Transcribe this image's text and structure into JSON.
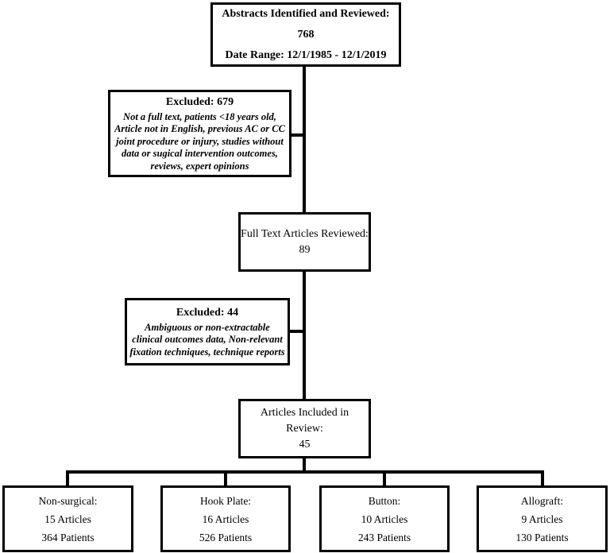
{
  "diagram": {
    "title_semantic": "Systematic review article-selection flowchart",
    "colors": {
      "background": "#ffffff",
      "box_border": "#000000",
      "text": "#000000",
      "connector": "#000000"
    },
    "abstracts_box": {
      "line1": "Abstracts Identified and Reviewed: 768",
      "line2": "Date Range: 12/1/1985 - 12/1/2019"
    },
    "excluded_box_1": {
      "title": "Excluded: 679",
      "body": "Not a full text, patients <18 years old, Article not in English,  previous AC or CC joint procedure or injury, studies without data or sugical intervention outcomes, reviews, expert opinions"
    },
    "full_text_box": {
      "line1": "Full Text Articles Reviewed:",
      "line2": "89"
    },
    "excluded_box_2": {
      "title": "Excluded: 44",
      "body": "Ambiguous or non-extractable clinical outcomes data, Non-relevant fixation techniques, technique reports"
    },
    "included_box": {
      "line1": "Articles Included in Review:",
      "line2": "45"
    },
    "outcome_boxes": [
      {
        "label": "Non-surgical:",
        "articles": "15 Articles",
        "patients": "364 Patients"
      },
      {
        "label": "Hook Plate:",
        "articles": "16 Articles",
        "patients": "526 Patients"
      },
      {
        "label": "Button:",
        "articles": "10 Articles",
        "patients": "243 Patients"
      },
      {
        "label": "Allograft:",
        "articles": "9 Articles",
        "patients": "130 Patients"
      }
    ]
  }
}
